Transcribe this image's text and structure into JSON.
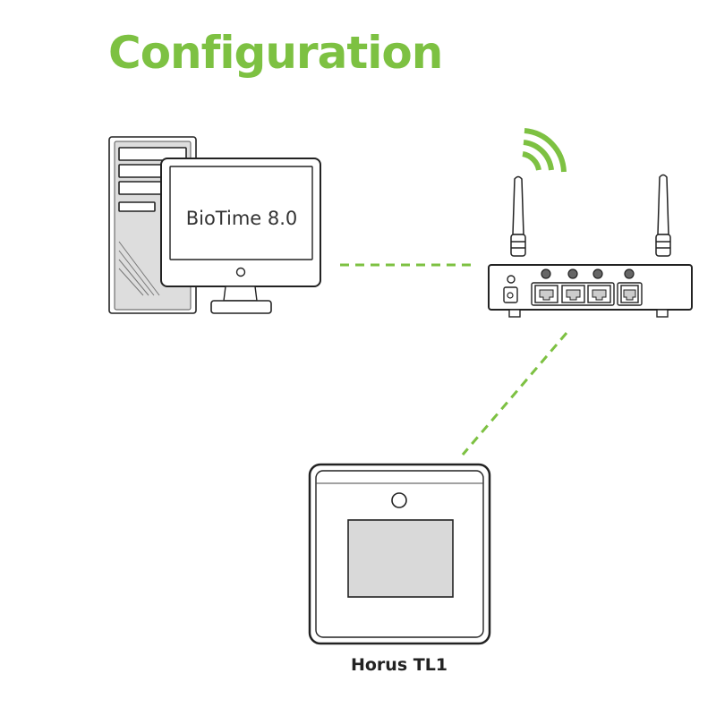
{
  "title": "Configuration",
  "pc": {
    "screen_text": "BioTime 8.0"
  },
  "terminal": {
    "label": "Horus TL1"
  },
  "colors": {
    "accent": "#7dc142",
    "outline": "#222222",
    "gray_fill": "#d9d9d9"
  },
  "icons": {
    "computer": "desktop-computer-icon",
    "router": "wifi-router-icon",
    "terminal": "time-attendance-terminal-icon"
  }
}
